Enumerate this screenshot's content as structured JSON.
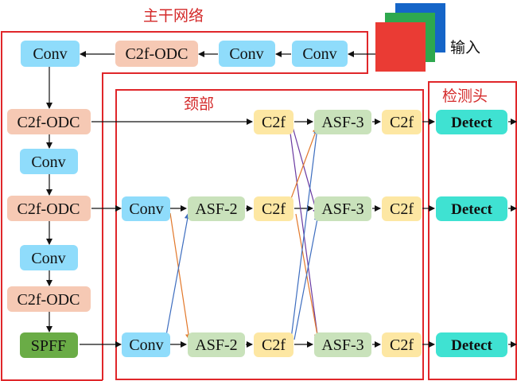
{
  "regions": {
    "backbone": "主干网络",
    "neck": "颈部",
    "head": "检测头"
  },
  "input_label": "输入",
  "colors": {
    "frame": "#e0262a",
    "conv": "#8fdcfb",
    "c2f_odc": "#f6c9b4",
    "c2f": "#fde7a3",
    "asf": "#c9e2bb",
    "detect": "#3fe2d2",
    "sppf": "#6aac46",
    "arrow": "#111111",
    "cross_purple": "#6a3aa1",
    "cross_orange": "#e2782a",
    "cross_blue": "#3d6dbf",
    "img_back": "#1565c8",
    "img_mid": "#2ea84e",
    "img_front": "#ea3b34"
  },
  "nodes": {
    "bb_conv1": "Conv",
    "bb_c2f1": "C2f-ODC",
    "bb_conv2": "Conv",
    "bb_conv3": "Conv",
    "bb_c2f2": "C2f-ODC",
    "bb_conv4": "Conv",
    "bb_c2f3": "C2f-ODC",
    "bb_conv5": "Conv",
    "bb_c2f4": "C2f-ODC",
    "bb_sppf": "SPFF",
    "nk_c2f_top": "C2f",
    "nk_conv_mid": "Conv",
    "nk_asf2_mid": "ASF-2",
    "nk_c2f_mid": "C2f",
    "nk_conv_bot": "Conv",
    "nk_asf2_bot": "ASF-2",
    "nk_c2f_bot": "C2f",
    "nk_asf3_top": "ASF-3",
    "nk_c2f_top_out": "C2f",
    "nk_asf3_mid": "ASF-3",
    "nk_c2f_mid_out": "C2f",
    "nk_asf3_bot": "ASF-3",
    "nk_c2f_bot_out": "C2f",
    "det_top": "Detect",
    "det_mid": "Detect",
    "det_bot": "Detect"
  }
}
